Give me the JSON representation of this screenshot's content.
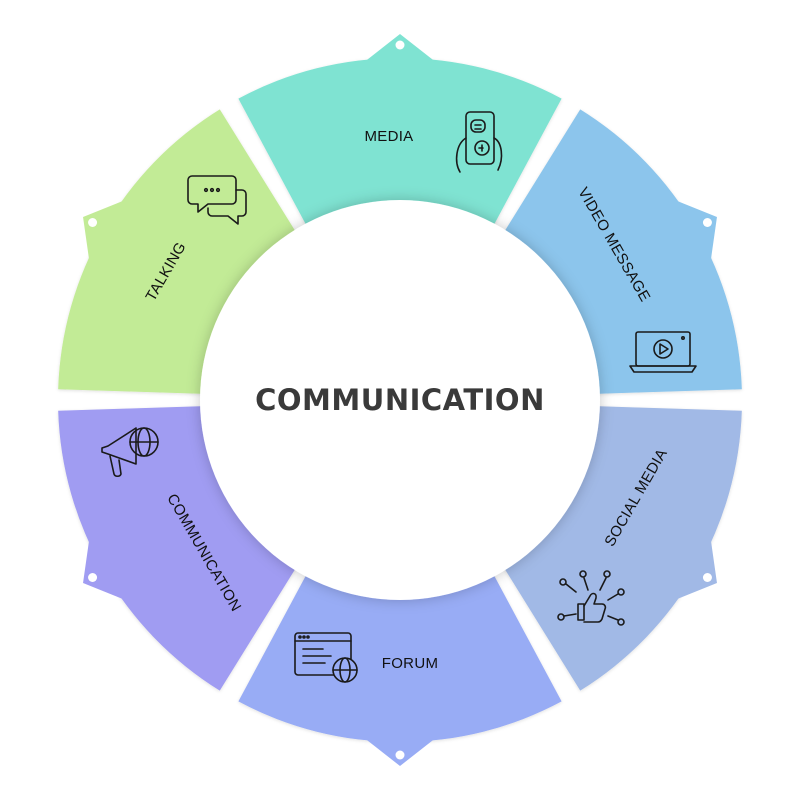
{
  "center": {
    "title": "COMMUNICATION"
  },
  "segments": [
    {
      "label": "MEDIA",
      "icon": "smartphone-chat-icon",
      "color": "#7FE3D2"
    },
    {
      "label": "VIDEO MESSAGE",
      "icon": "laptop-video-icon",
      "color": "#8CC5EC"
    },
    {
      "label": "SOCIAL MEDIA",
      "icon": "network-like-icon",
      "color": "#A1B9E6"
    },
    {
      "label": "FORUM",
      "icon": "browser-globe-icon",
      "color": "#98ACF5"
    },
    {
      "label": "COMMUNICATION",
      "icon": "megaphone-globe-icon",
      "color": "#A09CF2"
    },
    {
      "label": "TALKING",
      "icon": "chat-bubbles-icon",
      "color": "#C2EB96"
    }
  ]
}
